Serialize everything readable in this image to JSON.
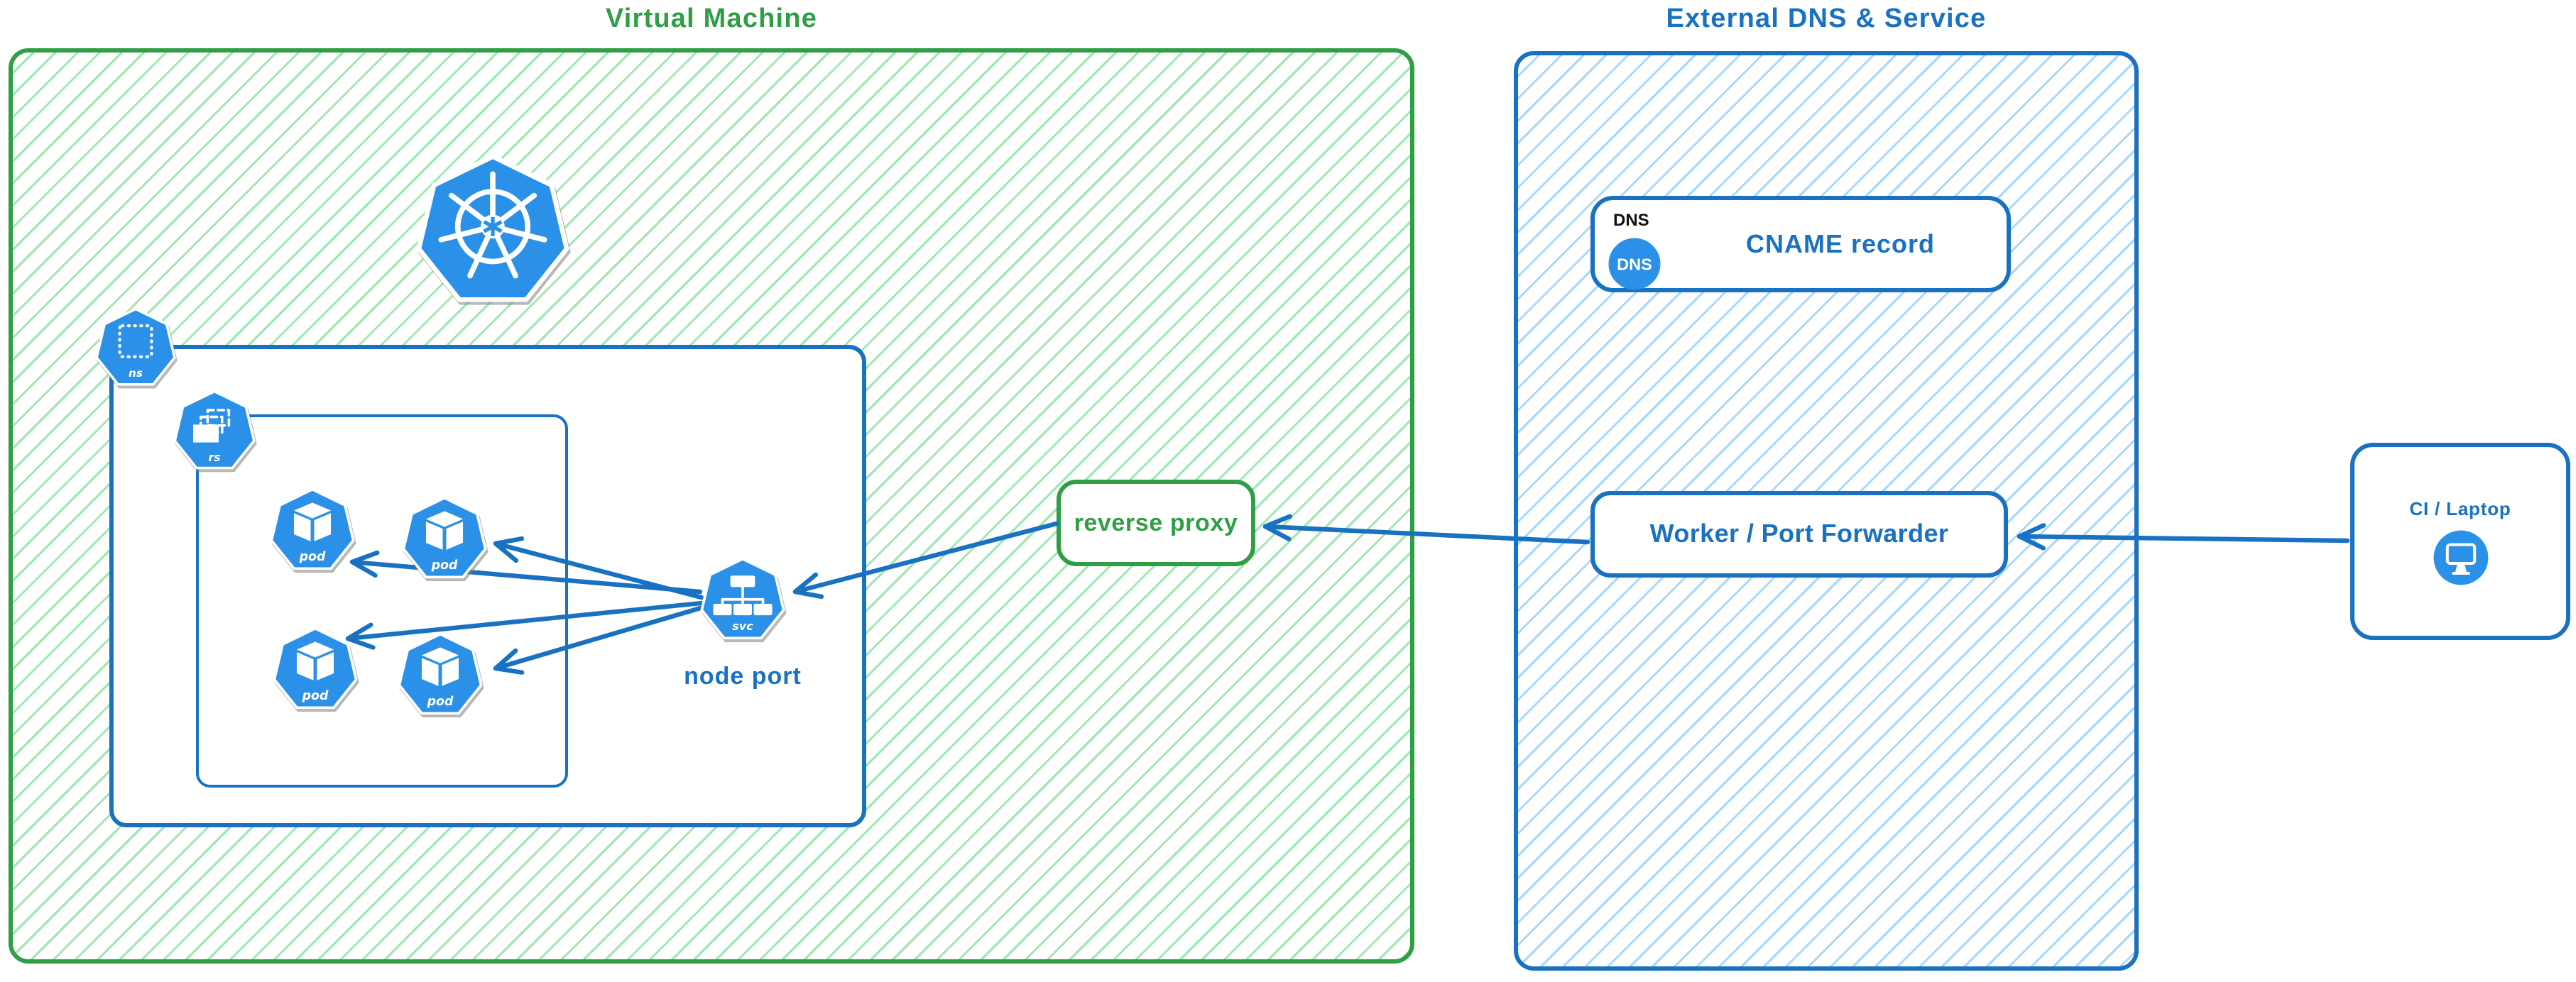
{
  "colors": {
    "green_stroke": "#2f9e44",
    "green_hatch": "#9ce8ad",
    "blue_stroke": "#1971c2",
    "blue_hatch": "#a5d8ff",
    "icon_blue": "#2b90e8",
    "tag_black": "#111111",
    "background": "#ffffff"
  },
  "vm": {
    "title": "Virtual Machine",
    "namespace_icon_label": "ns",
    "replicaset_icon_label": "rs",
    "pod_label": "pod",
    "pod_count": 4,
    "service_icon_label": "svc",
    "node_port_label": "node port"
  },
  "reverse_proxy": {
    "label": "reverse proxy"
  },
  "external": {
    "title": "External DNS & Service",
    "dns_card": {
      "tag": "DNS",
      "badge": "DNS",
      "record_label": "CNAME record"
    },
    "worker": {
      "label": "Worker / Port Forwarder"
    }
  },
  "client": {
    "label": "CI / Laptop"
  },
  "icons": {
    "kubernetes_logo": "kubernetes-logo-icon",
    "namespace": "namespace-icon",
    "replicaset": "replicaset-icon",
    "pod": "pod-icon",
    "service": "service-icon",
    "dns_badge": "dns-badge-icon",
    "monitor": "monitor-icon"
  },
  "connections": [
    {
      "from": "service",
      "to": "pod-1"
    },
    {
      "from": "service",
      "to": "pod-2"
    },
    {
      "from": "service",
      "to": "pod-3"
    },
    {
      "from": "service",
      "to": "pod-4"
    },
    {
      "from": "reverse-proxy",
      "to": "service"
    },
    {
      "from": "worker-port-forwarder",
      "to": "reverse-proxy"
    },
    {
      "from": "ci-laptop",
      "to": "worker-port-forwarder"
    }
  ]
}
